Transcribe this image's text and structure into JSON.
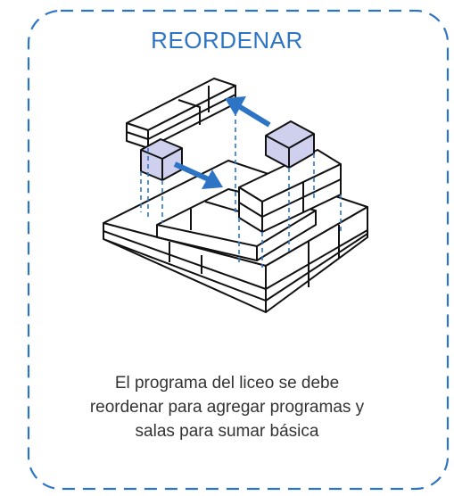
{
  "title": "REORDENAR",
  "caption": {
    "line1": "El programa del liceo se debe",
    "line2": "reordenar para agregar programas y",
    "line3": "salas para sumar básica"
  },
  "colors": {
    "accent": "#2e74c4",
    "highlight": "#cfd0ee",
    "line": "#111111",
    "text": "#333333",
    "frame_dash": "#2e74c4"
  }
}
